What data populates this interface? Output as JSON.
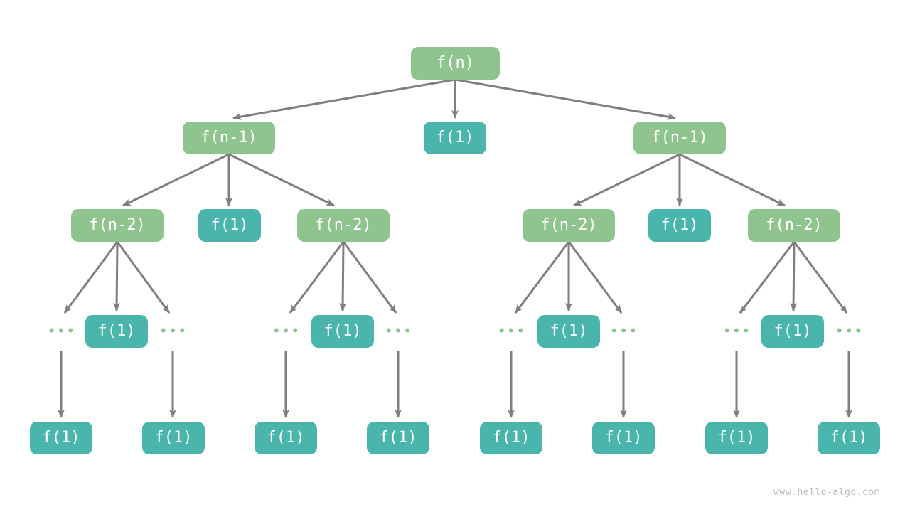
{
  "diagram": {
    "description": "Recursion tree of f(n) with exponential branching",
    "colors": {
      "call_node": "#8fc48f",
      "base_case_node": "#4ab6ab",
      "arrow": "#7f7f7f",
      "node_text": "#ffffff",
      "watermark_text": "#bdbdbd"
    },
    "tree": {
      "root": "f(n)",
      "level2": [
        "f(n-1)",
        "f(1)",
        "f(n-1)"
      ],
      "level3": [
        "f(n-2)",
        "f(1)",
        "f(n-2)",
        "f(n-2)",
        "f(1)",
        "f(n-2)"
      ],
      "level4": [
        "•••",
        "f(1)",
        "•••",
        "•••",
        "f(1)",
        "•••",
        "•••",
        "f(1)",
        "•••",
        "•••",
        "f(1)",
        "•••"
      ],
      "level5": [
        "f(1)",
        "f(1)",
        "f(1)",
        "f(1)",
        "f(1)",
        "f(1)",
        "f(1)",
        "f(1)"
      ]
    },
    "watermark": "www.hello-algo.com"
  }
}
